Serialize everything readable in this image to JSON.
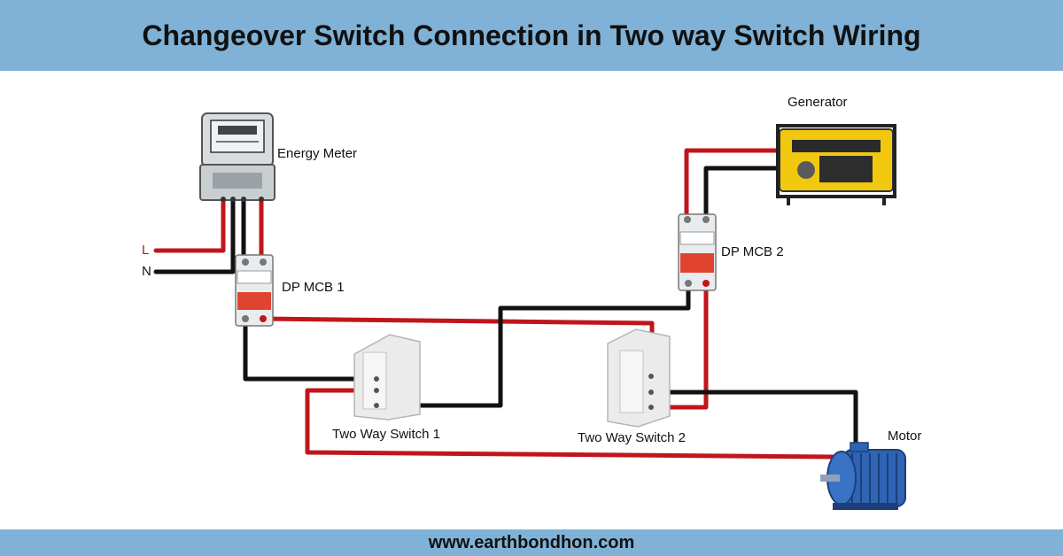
{
  "title": "Changeover Switch Connection in Two way Switch Wiring",
  "footer": "www.earthbondhon.com",
  "labels": {
    "energy_meter": "Energy Meter",
    "generator": "Generator",
    "mcb1": "DP MCB 1",
    "mcb2": "DP MCB 2",
    "switch1": "Two Way Switch 1",
    "switch2": "Two Way Switch 2",
    "motor": "Motor",
    "line": "L",
    "neutral": "N"
  },
  "colors": {
    "banner": "#7fb2d6",
    "live_wire": "#c0161b",
    "neutral_wire": "#111111",
    "mcb_red": "#e0442f",
    "generator_yellow": "#f2c80f",
    "motor_blue": "#2f64b5"
  }
}
